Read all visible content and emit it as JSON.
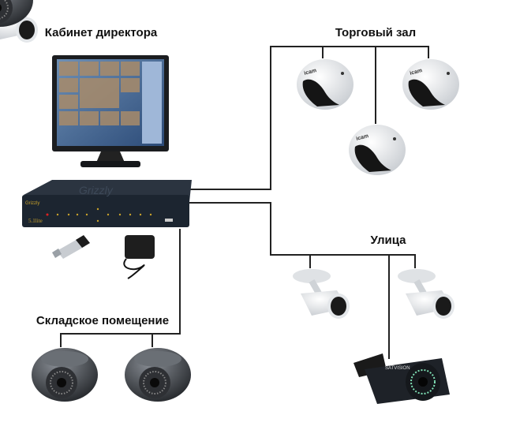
{
  "labels": {
    "director_office": "Кабинет директора",
    "sales_floor": "Торговый зал",
    "street": "Улица",
    "warehouse": "Складское помещение"
  },
  "devices": {
    "dvr_brand": "Grizzly",
    "dvr_model": "5.1lite",
    "dome_brand": "icam",
    "bullet_brand": "SATVISION"
  },
  "colors": {
    "line": "#222222",
    "dvr": "#1c2530",
    "accent": "#c9a22a"
  }
}
